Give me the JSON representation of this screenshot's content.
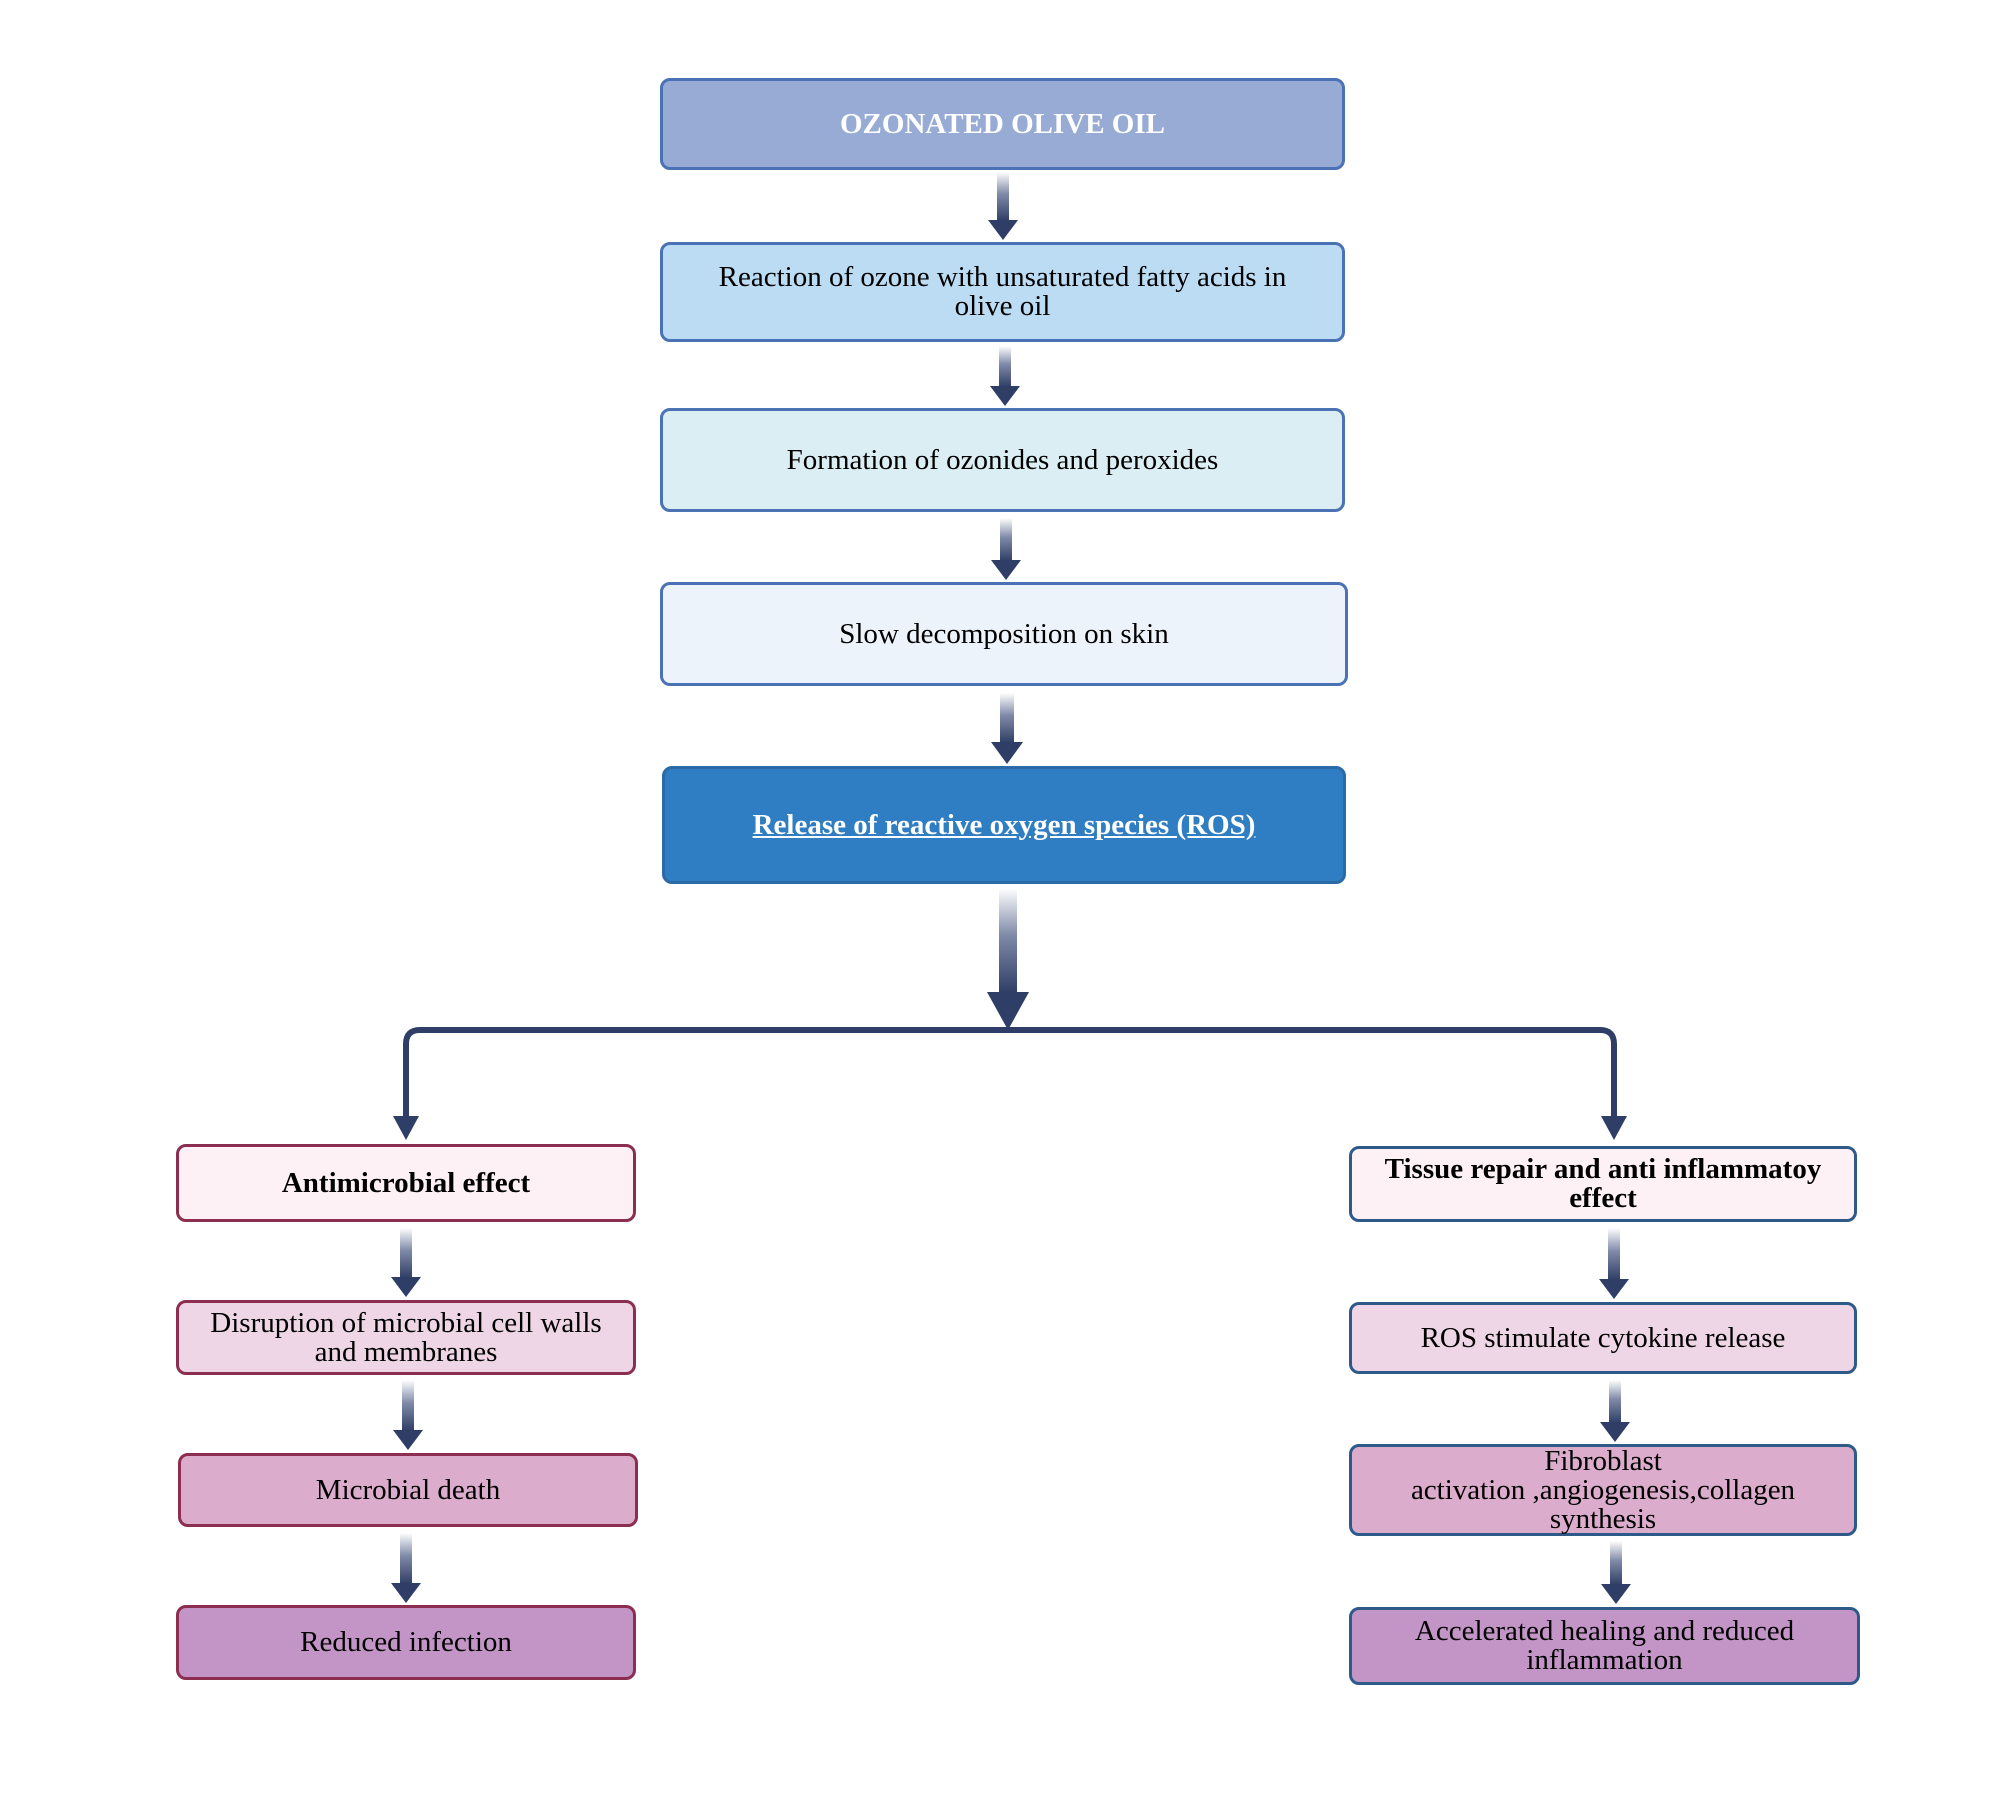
{
  "diagram": {
    "title": "OZONATED OLIVE OIL",
    "steps": {
      "reaction": [
        "Reaction of ozone with unsaturated fatty acids in",
        "olive oil"
      ],
      "formation": "Formation of ozonides and peroxides",
      "decomposition": "Slow decomposition on skin",
      "ros_release": "Release of reactive oxygen species (ROS)"
    },
    "left_branch": {
      "heading": "Antimicrobial effect",
      "disruption": [
        "Disruption of microbial cell walls",
        "and membranes"
      ],
      "death": "Microbial death",
      "outcome": "Reduced infection"
    },
    "right_branch": {
      "heading": [
        "Tissue repair and anti inflammatoy",
        "effect"
      ],
      "cytokine": "ROS stimulate cytokine release",
      "fibroblast": [
        "Fibroblast",
        "activation ,angiogenesis,collagen",
        "synthesis"
      ],
      "outcome": [
        "Accelerated healing and reduced",
        "inflammation"
      ]
    }
  }
}
